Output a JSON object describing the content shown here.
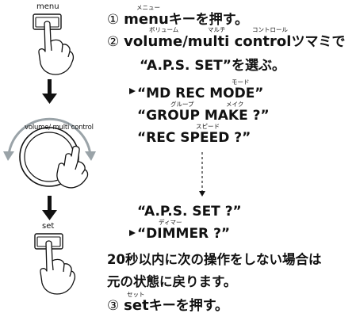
{
  "diagram": {
    "menu_key_label": "menu",
    "dial_label": "volume/ multi control",
    "set_key_label": "set"
  },
  "steps": {
    "s1": {
      "number": "①",
      "key": "menu",
      "key_ruby": "メニュー",
      "text": "キーを押す。"
    },
    "s2": {
      "number": "②",
      "key": "volume/multi control",
      "ruby_volume": "ボリューム",
      "ruby_multi": "マルチ",
      "ruby_control": "コントロール",
      "text": "ツマミで",
      "line2": "“A.P.S. SET”を選ぶ。"
    },
    "s3": {
      "number": "③",
      "key": "set",
      "key_ruby": "セット",
      "text": "キーを押す。"
    }
  },
  "menu_items": [
    {
      "label": "“MD REC MODE”",
      "ruby": "モード"
    },
    {
      "label": "“GROUP MAKE ?”",
      "ruby_1": "グループ",
      "ruby_2": "メイク"
    },
    {
      "label": "“REC SPEED ?”",
      "ruby": "スピード"
    },
    {
      "label": "“A.P.S. SET ?”"
    },
    {
      "label": "“DIMMER ?”",
      "ruby": "ディマー"
    }
  ],
  "note": {
    "line1": "20秒以内に次の操作をしない場合は",
    "line2": "元の状態に戻ります。"
  },
  "icons": [
    "hand-press-icon",
    "down-arrow-icon",
    "rotate-arrow-icon",
    "dial-icon",
    "loop-bracket-icon"
  ]
}
